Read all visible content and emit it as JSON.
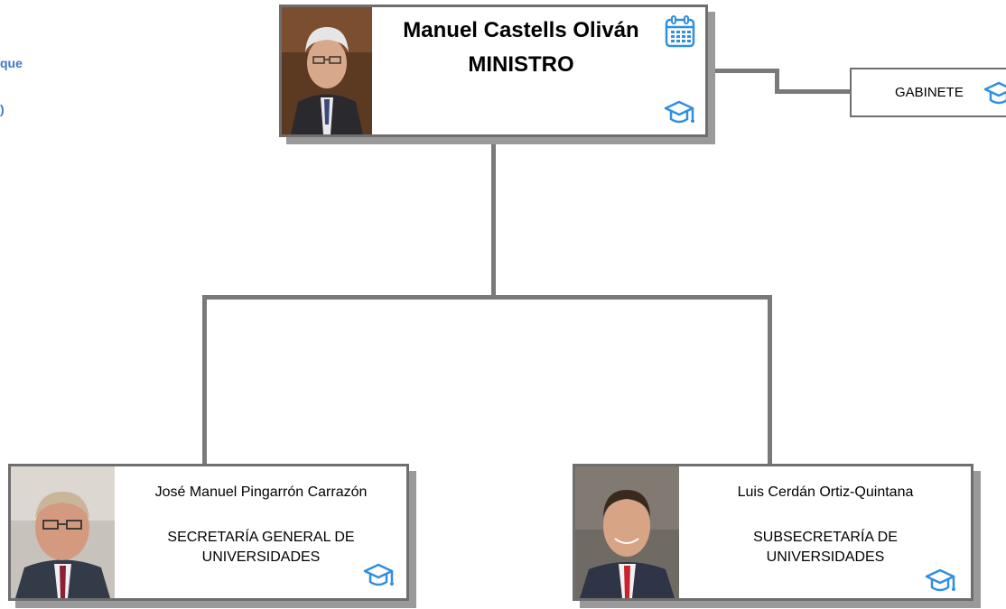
{
  "left_fragments": {
    "line1": "que",
    "line2": ")"
  },
  "minister": {
    "name": "Manuel Castells Oliván",
    "role": "MINISTRO"
  },
  "gabinete": {
    "label": "GABINETE"
  },
  "sec_general": {
    "name": "José Manuel Pingarrón Carrazón",
    "role": "SECRETARÍA GENERAL DE UNIVERSIDADES"
  },
  "subsecretaria": {
    "name": "Luis Cerdán Ortiz-Quintana",
    "role": "SUBSECRETARÍA DE UNIVERSIDADES"
  },
  "colors": {
    "icon_blue": "#2f8fe0",
    "connector": "#7a7a7a",
    "border": "#6e6e6e",
    "shadow": "#9a9a9a"
  },
  "icons": [
    "calendar-icon",
    "graduation-cap-icon"
  ]
}
